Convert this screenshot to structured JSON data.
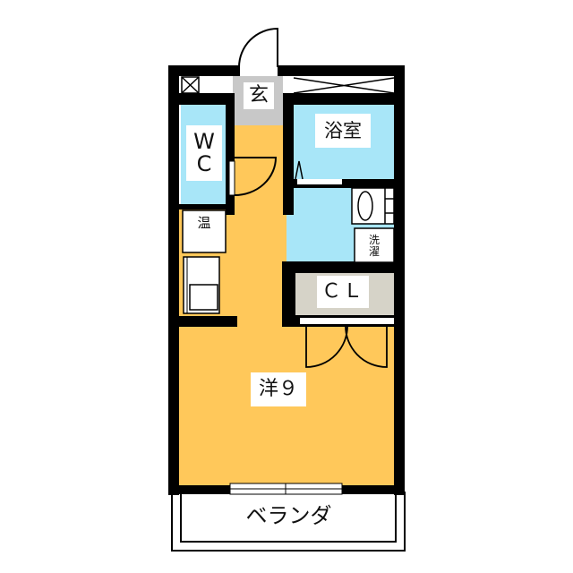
{
  "rooms": {
    "entrance": "玄",
    "wc_line1": "W",
    "wc_line2": "C",
    "bathroom": "浴室",
    "water_heater": "温",
    "washer_line1": "洗",
    "washer_line2": "濯",
    "closet": "ＣＬ",
    "western_room": "洋９",
    "veranda": "ベランダ"
  },
  "colors": {
    "wall": "#000000",
    "living": "#FFC85A",
    "wet_area": "#A8E6F8",
    "entrance": "#C8C8C8",
    "closet": "#D6D3C8"
  }
}
